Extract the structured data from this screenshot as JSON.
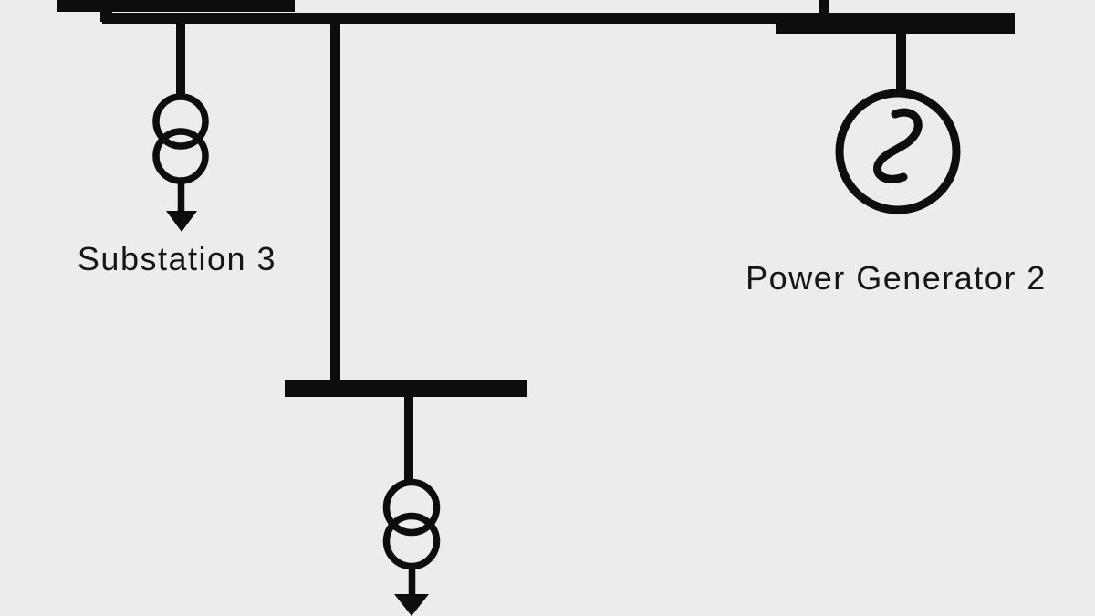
{
  "colors": {
    "background": "#ECEBED",
    "ink": "#0D0D0D",
    "text": "#161616"
  },
  "diagram": {
    "kind": "electrical-single-line-diagram",
    "labels": {
      "substation3": "Substation 3",
      "generator2": "Power Generator 2"
    },
    "components": [
      {
        "id": "substation-3",
        "type": "transformer-with-load-arrow",
        "icon": "transformer-icon",
        "label": "Substation 3",
        "connected_to": "main-busbar"
      },
      {
        "id": "lower-substation",
        "type": "transformer-with-load-arrow",
        "icon": "transformer-icon",
        "label": "",
        "connected_to": "middle-busbar"
      },
      {
        "id": "power-generator-2",
        "type": "ac-generator",
        "icon": "generator-icon",
        "label": "Power Generator 2",
        "connected_to": "right-busbar"
      }
    ],
    "busbars": [
      {
        "id": "top-left-busbar"
      },
      {
        "id": "main-busbar"
      },
      {
        "id": "right-busbar"
      },
      {
        "id": "middle-busbar"
      }
    ]
  }
}
